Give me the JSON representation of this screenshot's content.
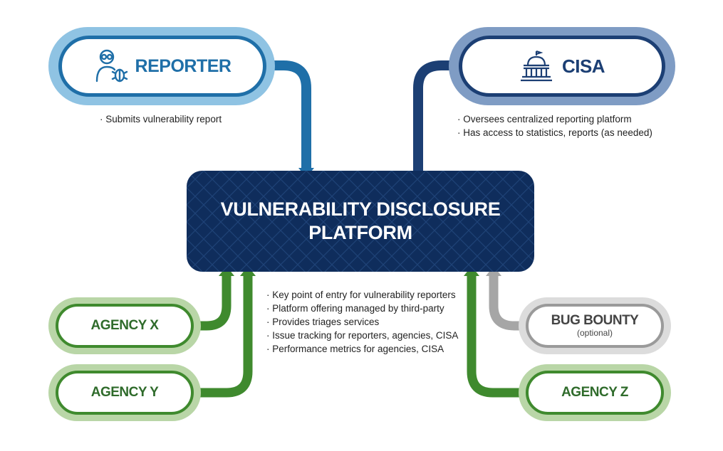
{
  "reporter": {
    "label": "REPORTER",
    "icon": "reporter-bug-icon",
    "notes": [
      "Submits vulnerability report"
    ]
  },
  "cisa": {
    "label": "CISA",
    "icon": "capitol-building-icon",
    "notes": [
      "Oversees centralized reporting platform",
      "Has access to statistics, reports (as needed)"
    ]
  },
  "platform": {
    "title_line1": "VULNERABILITY DISCLOSURE",
    "title_line2": "PLATFORM",
    "notes": [
      "Key point of entry for vulnerability reporters",
      "Platform offering managed by third-party",
      "Provides triages services",
      "Issue tracking for reporters, agencies, CISA",
      "Performance metrics for agencies, CISA"
    ]
  },
  "agencies": {
    "x": "AGENCY X",
    "y": "AGENCY Y",
    "z": "AGENCY Z"
  },
  "bug_bounty": {
    "label": "BUG BOUNTY",
    "sublabel": "(optional)"
  },
  "colors": {
    "reporter_blue": "#1f6fa8",
    "reporter_outer": "#8fc3e3",
    "cisa_navy": "#1c3f74",
    "cisa_outer": "#7f9cc4",
    "platform_navy": "#0f2d5c",
    "agency_green": "#3f8a2e",
    "agency_outer": "#b9d6a7",
    "agency_text": "#2f6b2b",
    "bounty_gray": "#9a9a9a",
    "bounty_outer": "#dcdcdc"
  }
}
